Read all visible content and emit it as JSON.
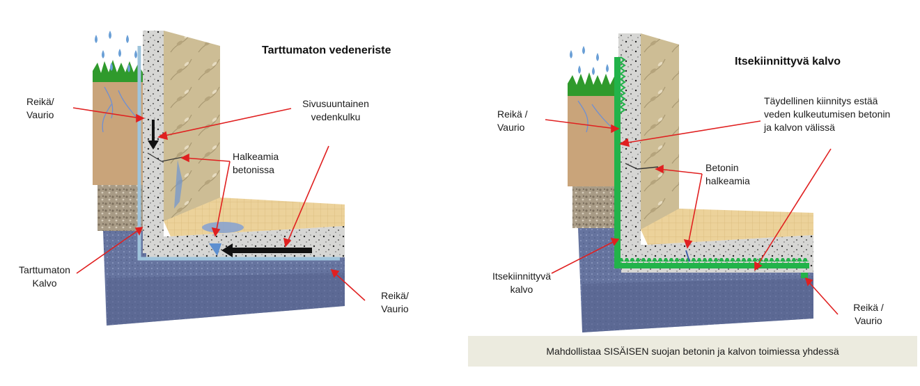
{
  "left_panel": {
    "title": "Tarttumaton vedeneriste",
    "labels": {
      "hole_top": [
        "Reikä/",
        "Vaurio"
      ],
      "lateral_flow": [
        "Sivusuuntainen",
        "vedenkulku"
      ],
      "cracks": [
        "Halkeamia",
        "betonissa"
      ],
      "membrane": [
        "Tarttumaton",
        "Kalvo"
      ],
      "hole_bottom": [
        "Reikä/",
        "Vaurio"
      ]
    }
  },
  "right_panel": {
    "title": "Itsekiinnittyvä kalvo",
    "labels": {
      "hole_top": [
        "Reikä /",
        "Vaurio"
      ],
      "full_adhesion": [
        "Täydellinen kiinnitys estää",
        "veden kulkeutumisen betonin",
        "ja kalvon välissä"
      ],
      "cracks": [
        "Betonin",
        "halkeamia"
      ],
      "membrane": [
        "Itsekiinnittyvä",
        "kalvo"
      ],
      "hole_bottom": [
        "Reikä /",
        "Vaurio"
      ]
    }
  },
  "footer": {
    "text": "Mahdollistaa SISÄISEN suojan betonin ja kalvon toimiessa yhdessä"
  },
  "colors": {
    "arrow": "#e02020",
    "flow_arrow": "#111111",
    "membrane_plain": "#9fc4dc",
    "membrane_adhesive": "#22b34a",
    "water": "#5d8fd0",
    "concrete": "#d4d4d2",
    "floor": "#e8c98e",
    "wallpaper": "#cbbb93",
    "soil": "#c9a47a",
    "gravel": "#a79a86",
    "base": "#5f6f9c",
    "grass": "#2f9a2c",
    "footer_bg": "#ecebdf"
  }
}
